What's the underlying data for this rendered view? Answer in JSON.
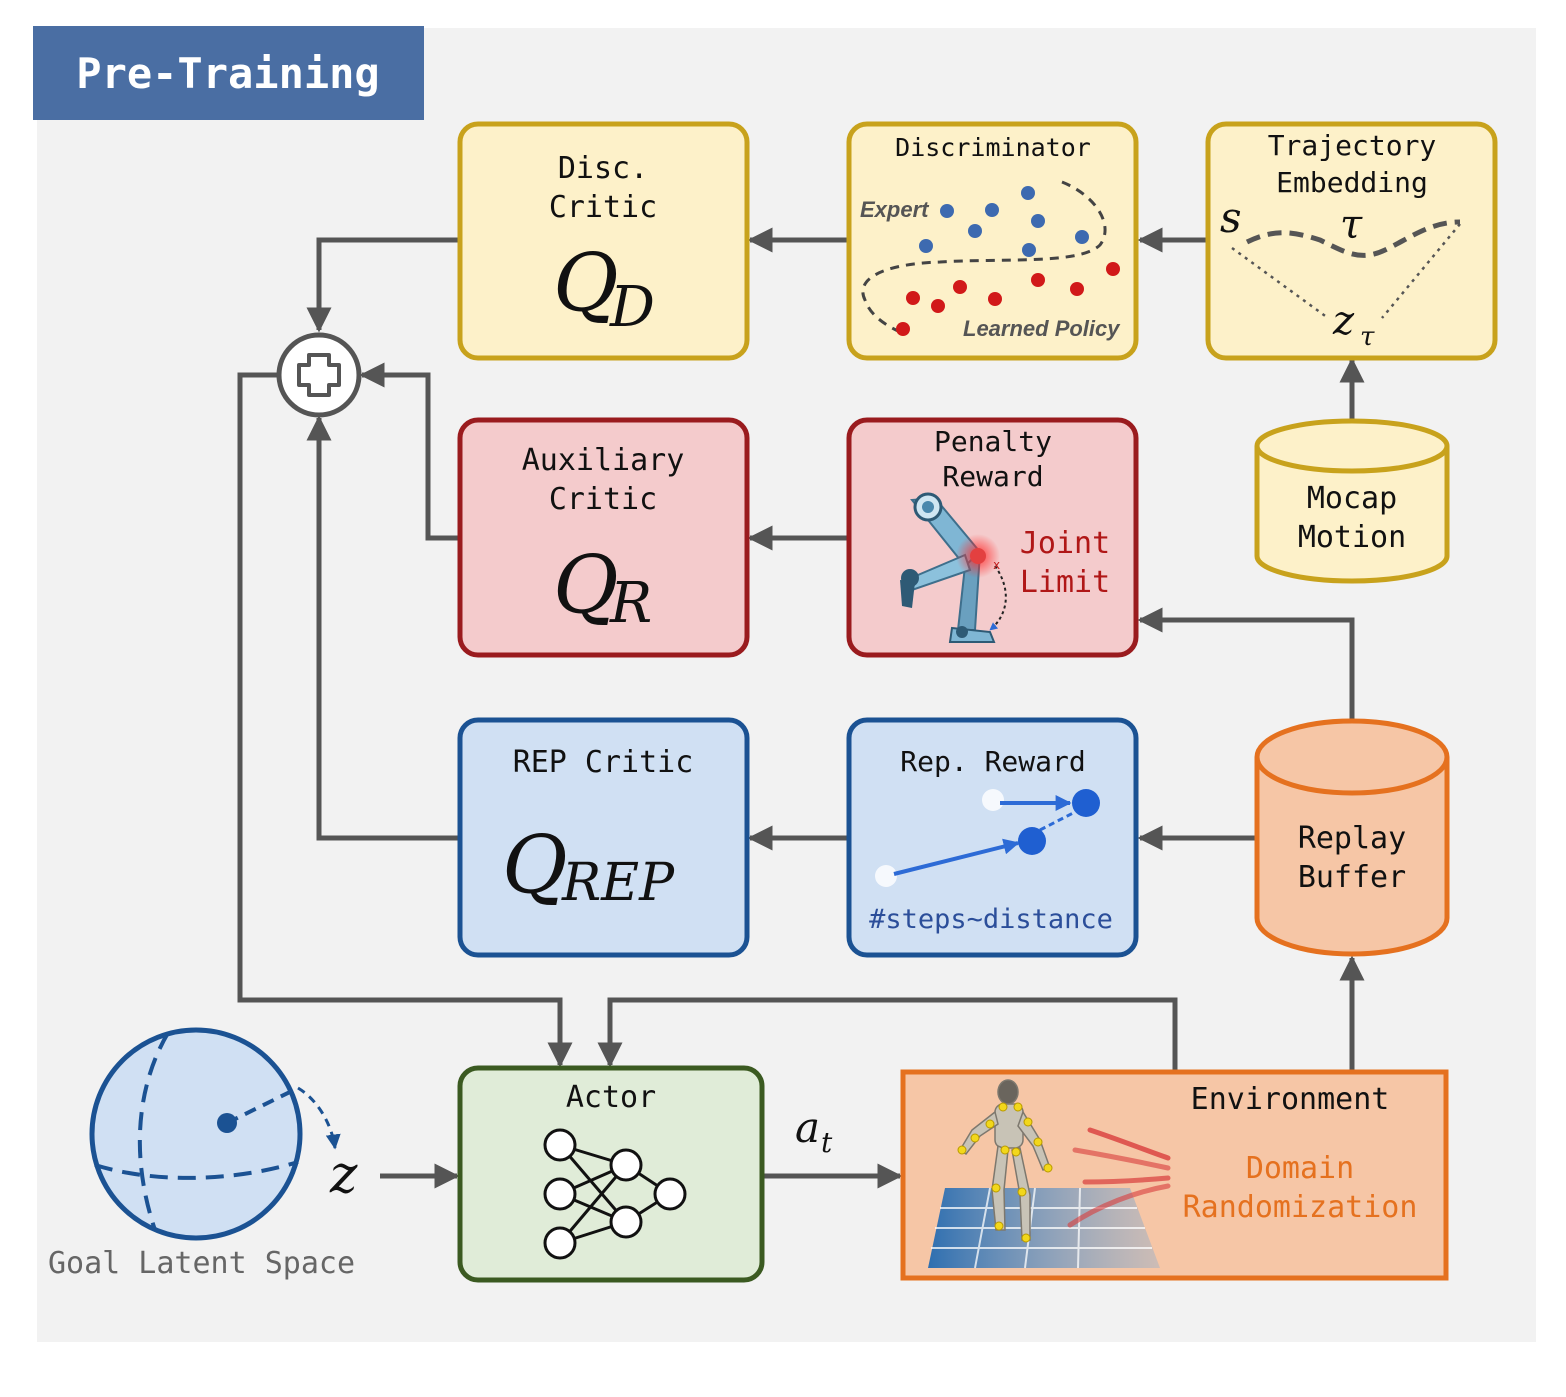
{
  "header": {
    "title": "Pre-Training"
  },
  "colors": {
    "panel_bg": "#f2f2f2",
    "header_bg": "#4a6ea3",
    "yellow_fill": "#fdf1c9",
    "yellow_stroke": "#c8a21c",
    "red_fill": "#f4cbcc",
    "red_stroke": "#9a1b1e",
    "blue_fill": "#d0e0f3",
    "blue_stroke": "#1b5293",
    "green_fill": "#e0ecd8",
    "green_stroke": "#3b5a21",
    "orange_fill": "#f6c6a6",
    "orange_stroke": "#e5711f",
    "arrow": "#555555"
  },
  "nodes": {
    "disc_critic": {
      "line1": "Disc.",
      "line2": "Critic",
      "symbol": "Q",
      "subscript": "D"
    },
    "discriminator": {
      "title": "Discriminator",
      "expert_label": "Expert",
      "policy_label": "Learned Policy"
    },
    "trajectory_embedding": {
      "line1": "Trajectory",
      "line2": "Embedding",
      "s": "s",
      "tau": "τ",
      "z": "z",
      "z_sub": "τ"
    },
    "mocap_motion": {
      "line1": "Mocap",
      "line2": "Motion"
    },
    "auxiliary_critic": {
      "line1": "Auxiliary",
      "line2": "Critic",
      "symbol": "Q",
      "subscript": "R"
    },
    "penalty_reward": {
      "line1": "Penalty",
      "line2": "Reward",
      "joint1": "Joint",
      "joint2": "Limit"
    },
    "rep_critic": {
      "title": "REP Critic",
      "symbol": "Q",
      "subscript": "REP"
    },
    "rep_reward": {
      "title": "Rep. Reward",
      "caption": "#steps~distance"
    },
    "replay_buffer": {
      "line1": "Replay",
      "line2": "Buffer"
    },
    "actor": {
      "title": "Actor"
    },
    "environment": {
      "title": "Environment",
      "dr1": "Domain",
      "dr2": "Randomization"
    },
    "goal_latent": {
      "label": "Goal Latent Space",
      "z": "z"
    },
    "action": {
      "a": "a",
      "sub": "t"
    }
  }
}
